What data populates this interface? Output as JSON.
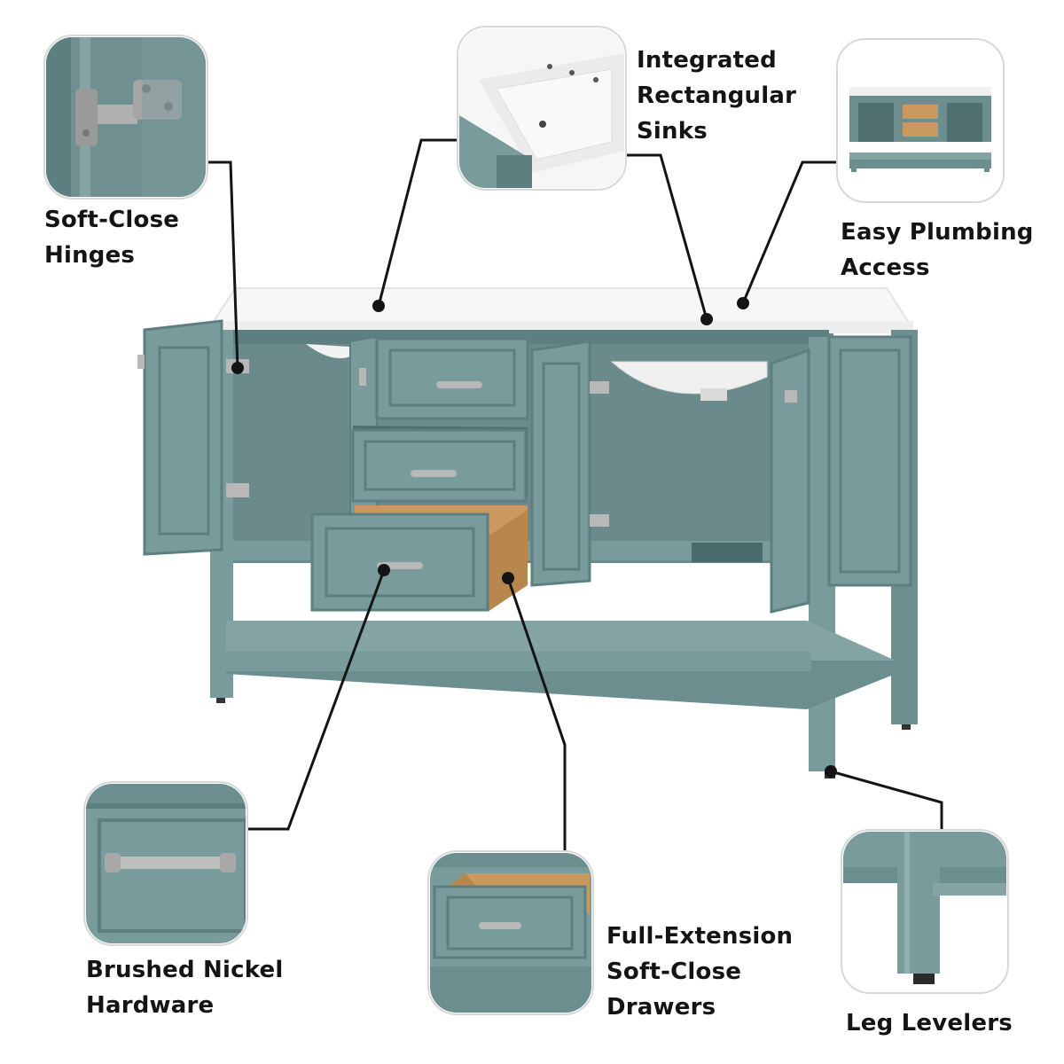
{
  "callouts": {
    "hinges": {
      "lines": [
        "Soft-Close",
        "Hinges"
      ]
    },
    "sinks": {
      "lines": [
        "Integrated",
        "Rectangular",
        "Sinks"
      ]
    },
    "plumbing": {
      "lines": [
        "Easy Plumbing",
        "Access"
      ]
    },
    "hardware": {
      "lines": [
        "Brushed Nickel",
        "Hardware"
      ]
    },
    "drawers": {
      "lines": [
        "Full-Extension",
        "Soft-Close",
        "Drawers"
      ]
    },
    "levelers": {
      "lines": [
        "Leg Levelers"
      ]
    }
  },
  "colors": {
    "cabinet": "#7a9b9b",
    "cabinet_dark": "#5e7f80",
    "cabinet_light": "#93b0b0",
    "interior": "#6f8f90",
    "countertop": "#f7f7f7",
    "wood": "#c9995f",
    "nickel": "#b8b8b8",
    "line": "#141414"
  }
}
